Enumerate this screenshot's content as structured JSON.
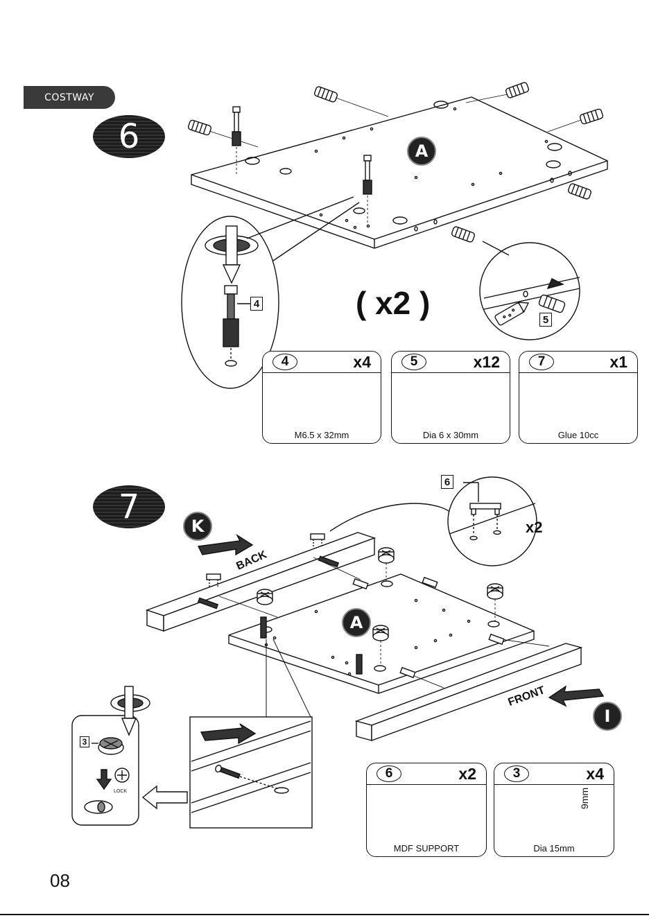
{
  "brand": "COSTWAY",
  "page_number": "08",
  "step6": {
    "number": "6",
    "panel_label": "A",
    "multiplier": "( x2 )",
    "callout_left_tag": "4",
    "callout_right_tag": "5",
    "parts": [
      {
        "number": "4",
        "qty": "x4",
        "caption": "M6.5 x 32mm"
      },
      {
        "number": "5",
        "qty": "x12",
        "caption": "Dia 6 x 30mm"
      },
      {
        "number": "7",
        "qty": "x1",
        "caption": "Glue 10cc"
      }
    ]
  },
  "step7": {
    "number": "7",
    "rail_back_label": "K",
    "rail_front_label": "I",
    "panel_label": "A",
    "back_text": "BACK",
    "front_text": "FRONT",
    "callout_top_tag": "6",
    "callout_top_mult": "x2",
    "callout_left_tag": "3",
    "lock_text": "LOCK",
    "parts": [
      {
        "number": "6",
        "qty": "x2",
        "caption": "MDF SUPPORT"
      },
      {
        "number": "3",
        "qty": "x4",
        "caption": "Dia 15mm",
        "dimension": "9mm"
      }
    ]
  }
}
